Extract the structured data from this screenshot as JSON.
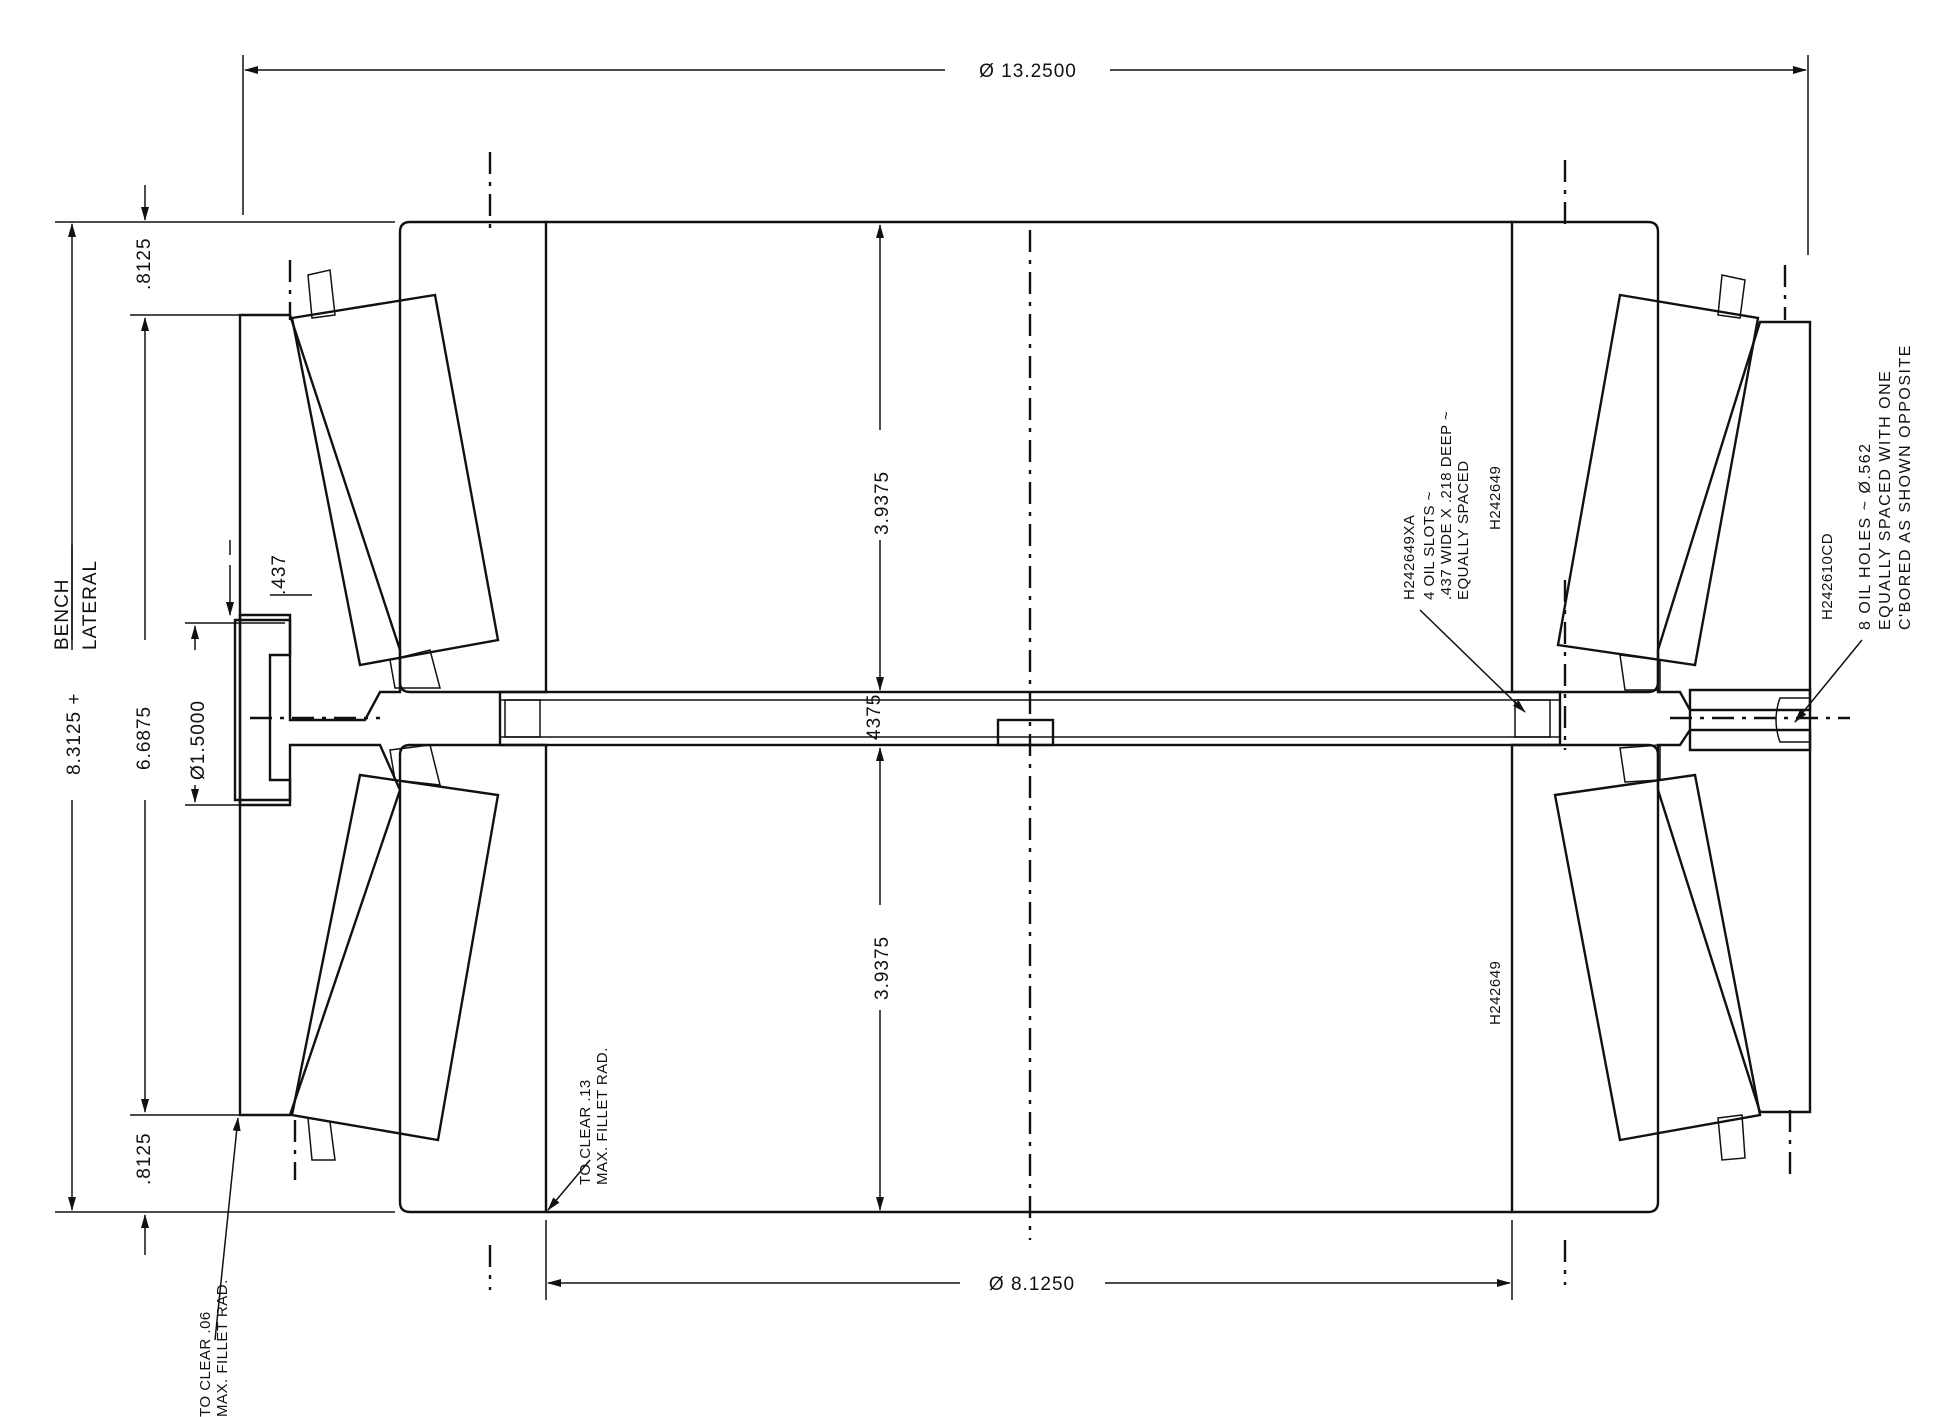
{
  "dimensions": {
    "overall_diameter": "Ø 13.2500",
    "bore_diameter": "Ø 8.1250",
    "stack_width": "8.3125",
    "stack_width_suffix": "+",
    "bench_label": "BENCH",
    "lateral_label": "LATERAL",
    "cup_offset_top": ".8125",
    "cup_offset_bottom": ".8125",
    "cup_span": "6.6875",
    "lube_hole_diameter": "Ø1.5000",
    "hole_offset": ".437",
    "cone_width_upper": "3.9375",
    "cone_width_lower": "3.9375",
    "spacer_width": "4375"
  },
  "part_numbers": {
    "cone_upper": "H242649",
    "cone_lower": "H242649",
    "spacer": "H242649XA",
    "cup": "H242610CD"
  },
  "notes": {
    "fillet_left_1": "TO CLEAR .13",
    "fillet_left_2": "MAX. FILLET RAD.",
    "fillet_corner_1": "TO CLEAR .06",
    "fillet_corner_2": "MAX. FILLET RAD.",
    "slots_1": "4 OIL SLOTS ~",
    "slots_2": ".437 WIDE X .218 DEEP ~",
    "slots_3": "EQUALLY SPACED",
    "holes_1": "8 OIL HOLES ~ Ø.562",
    "holes_2": "EQUALLY SPACED WITH ONE",
    "holes_3": "C'BORED AS SHOWN OPPOSITE"
  }
}
